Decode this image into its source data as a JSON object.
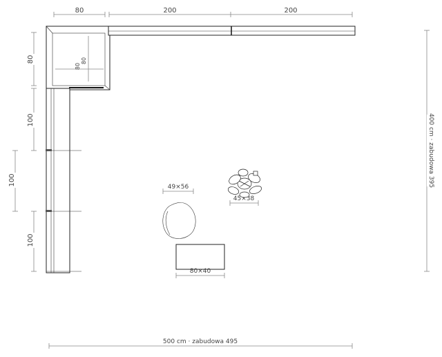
{
  "dimensions": {
    "top_left": "80",
    "top_mid": "200",
    "top_right": "200",
    "left_top": "80",
    "left_mid1": "100",
    "left_outer": "100",
    "left_bottom": "100",
    "inner_h": "80",
    "inner_v": "80",
    "chair": "49×56",
    "plant": "45×38",
    "table": "80×40",
    "bottom_total": "500 cm · zabudowa 495",
    "right_total": "400 cm · zabudowa 395"
  }
}
